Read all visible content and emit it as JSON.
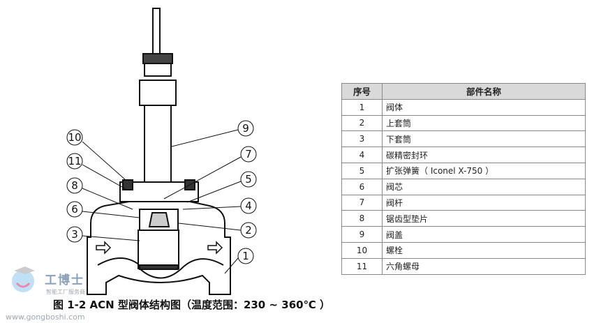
{
  "caption": "图 1-2 ACN 型阀体结构图（温度范围：230 ~ 360℃ ）",
  "watermark": {
    "name": "工博士",
    "slogan": "智能工厂服务商",
    "url": "www.gongboshi.com"
  },
  "callouts": [
    "1",
    "2",
    "3",
    "4",
    "5",
    "6",
    "7",
    "8",
    "9",
    "10",
    "11"
  ],
  "table": {
    "headers": [
      "序号",
      "部件名称"
    ],
    "rows": [
      [
        "1",
        "阀体"
      ],
      [
        "2",
        "上套筒"
      ],
      [
        "3",
        "下套筒"
      ],
      [
        "4",
        "碳精密封环"
      ],
      [
        "5",
        "扩张弹簧（ Iconel X-750 ）"
      ],
      [
        "6",
        "阀芯"
      ],
      [
        "7",
        "阀杆"
      ],
      [
        "8",
        "锯齿型垫片"
      ],
      [
        "9",
        "阀盖"
      ],
      [
        "10",
        "螺栓"
      ],
      [
        "11",
        "六角螺母"
      ]
    ]
  }
}
